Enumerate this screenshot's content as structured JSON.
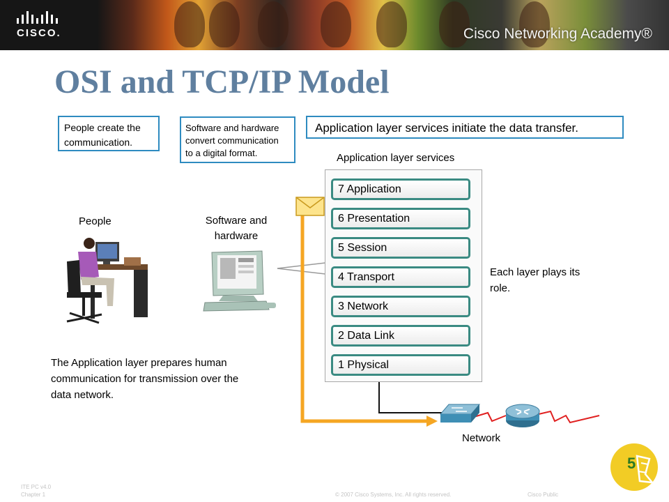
{
  "banner": {
    "brand_word": "CISCO.",
    "academy_label": "Cisco Networking Academy®"
  },
  "slide": {
    "title": "OSI and TCP/IP Model"
  },
  "callouts": {
    "people_line1": "People create the",
    "people_line2": "communication.",
    "software_line1": "Software and hardware",
    "software_line2": "convert communication",
    "software_line3": "to a digital format.",
    "application": "Application layer services initiate the data transfer."
  },
  "labels": {
    "app_services": "Application layer services",
    "people": "People",
    "software_line1": "Software and",
    "software_line2": "hardware",
    "each_layer_line1": "Each layer plays its",
    "each_layer_line2": "role.",
    "network": "Network"
  },
  "osi_layers": [
    "7 Application",
    "6 Presentation",
    "5 Session",
    "4 Transport",
    "3 Network",
    "2 Data Link",
    "1 Physical"
  ],
  "description": {
    "line1": "The Application layer prepares human",
    "line2": "communication for transmission over the",
    "line3": "data network."
  },
  "footer": {
    "course": "ITE PC v4.0",
    "chapter": "Chapter 1",
    "copyright": "© 2007 Cisco Systems, Inc. All rights reserved.",
    "classification": "Cisco Public",
    "page_number": "5"
  },
  "colors": {
    "title": "#5f7f9f",
    "callout_border": "#2e8bc0",
    "layer_border": "#3a8a82",
    "data_path": "#f5a623",
    "network_link": "#e02020",
    "page_badge": "#f2cc25",
    "page_number": "#2d7a22"
  }
}
